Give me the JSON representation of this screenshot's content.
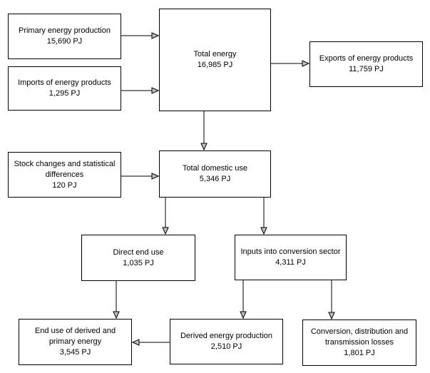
{
  "boxes": [
    {
      "id": "primary-energy-production",
      "label": "Primary energy production",
      "value": "15,690 PJ"
    },
    {
      "id": "imports-of-energy-products",
      "label": "Imports of energy products",
      "value": "1,295 PJ"
    },
    {
      "id": "total-energy",
      "label": "Total energy",
      "value": "16,985 PJ"
    },
    {
      "id": "exports-of-energy-products",
      "label": "Exports of energy products",
      "value": "11,759 PJ"
    },
    {
      "id": "stock-changes-and-statistical-differences",
      "label": "Stock changes and statistical\ndifferences",
      "value": "120 PJ"
    },
    {
      "id": "total-domestic-use",
      "label": "Total domestic use",
      "value": "5,346 PJ"
    },
    {
      "id": "direct-end-use",
      "label": "Direct end use",
      "value": "1,035 PJ"
    },
    {
      "id": "inputs-into-conversion-sector",
      "label": "Inputs into conversion sector",
      "value": "4,311 PJ"
    },
    {
      "id": "end-use-of-derived-and-primary-energy",
      "label": "End use of derived and\nprimary energy",
      "value": "3,545 PJ"
    },
    {
      "id": "derived-energy-production",
      "label": "Derived energy production",
      "value": "2,510 PJ"
    },
    {
      "id": "conversion-distribution-and-transmission-losses",
      "label": "Conversion, distribution and\ntransmission losses",
      "value": "1,801 PJ"
    }
  ],
  "flows": [
    {
      "from": "primary-energy-production",
      "to": "total-energy"
    },
    {
      "from": "imports-of-energy-products",
      "to": "total-energy"
    },
    {
      "from": "total-energy",
      "to": "exports-of-energy-products"
    },
    {
      "from": "total-energy",
      "to": "total-domestic-use"
    },
    {
      "from": "stock-changes-and-statistical-differences",
      "to": "total-domestic-use"
    },
    {
      "from": "total-domestic-use",
      "to": "direct-end-use"
    },
    {
      "from": "total-domestic-use",
      "to": "inputs-into-conversion-sector"
    },
    {
      "from": "direct-end-use",
      "to": "end-use-of-derived-and-primary-energy"
    },
    {
      "from": "inputs-into-conversion-sector",
      "to": "derived-energy-production"
    },
    {
      "from": "inputs-into-conversion-sector",
      "to": "conversion-distribution-and-transmission-losses"
    },
    {
      "from": "derived-energy-production",
      "to": "end-use-of-derived-and-primary-energy"
    }
  ],
  "colors": {
    "background": "#ffffff",
    "box_fill": "#ffffff",
    "box_border": "#000000",
    "text": "#000000",
    "arrow_line": "#000000",
    "arrowhead_fill": "#c0c0c0"
  }
}
